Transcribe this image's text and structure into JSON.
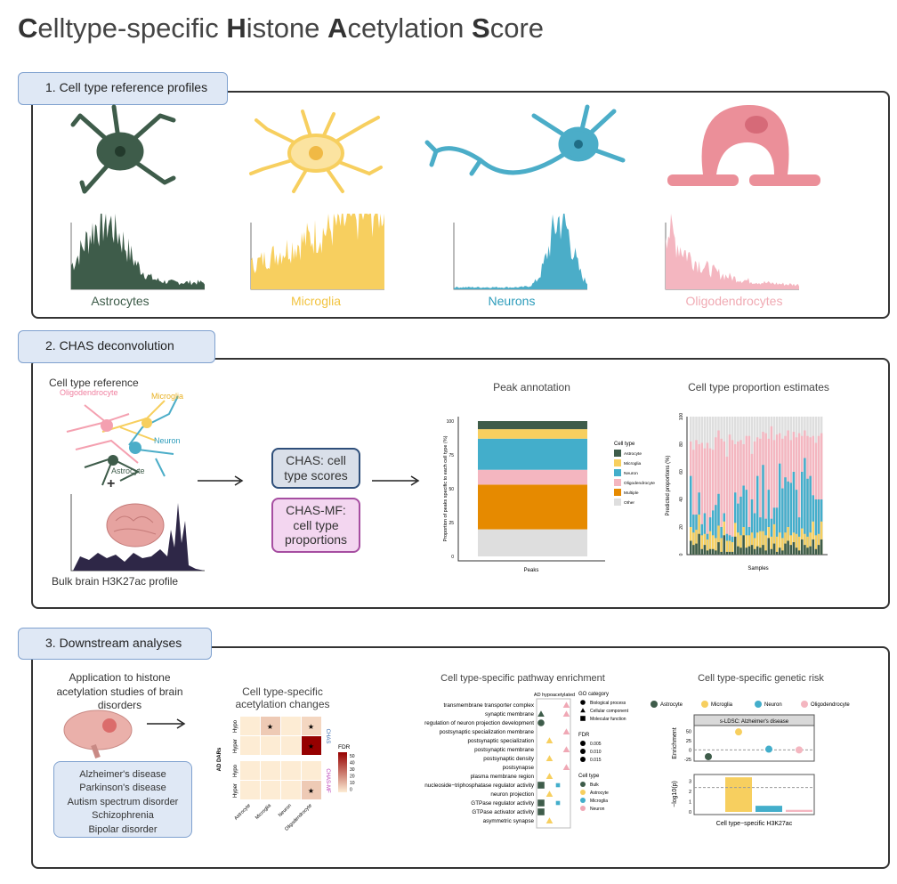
{
  "title": {
    "w1": "C",
    "r1": "elltype-specific ",
    "w2": "H",
    "r2": "istone ",
    "w3": "A",
    "r3": "cetylation ",
    "w4": "S",
    "r4": "core"
  },
  "panel1": {
    "label": "1.  Cell type reference profiles",
    "cells": [
      {
        "name": "Astrocytes",
        "color": "#3e5c4a"
      },
      {
        "name": "Microglia",
        "color": "#f7cf5f"
      },
      {
        "name": "Neurons",
        "color": "#4badc8"
      },
      {
        "name": "Oligodendrocytes",
        "color": "#f0aab3"
      }
    ]
  },
  "panel2": {
    "label": "2. CHAS deconvolution",
    "reference_title": "Cell type reference",
    "network_labels": {
      "oligo": "Oligodendrocyte",
      "micro": "Microglia",
      "neuron": "Neuron",
      "astro": "Astrocyte"
    },
    "plus": "+",
    "bulk_label": "Bulk brain H3K27ac profile",
    "chas_box": "CHAS: cell type scores",
    "chasmf_box": "CHAS-MF: cell type proportions"
  },
  "panel3": {
    "label": "3. Downstream analyses",
    "application": "Application to histone acetylation studies of brain disorders",
    "disorders": [
      "Alzheimer's disease",
      "Parkinson's disease",
      "Autism spectrum disorder",
      "Schizophrenia",
      "Bipolar disorder"
    ]
  },
  "colors": {
    "astrocyte": "#3e5c4a",
    "microglia": "#f7cf5f",
    "neuron": "#43aecb",
    "oligodendrocyte": "#f4b6c0",
    "multiple": "#e68a00",
    "other": "#dedede"
  },
  "chart_data": [
    {
      "type": "bar",
      "title": "Peak annotation",
      "xlabel": "Peaks",
      "ylabel": "Proportion of peaks specific to each cell type (%)",
      "ylim": [
        0,
        100
      ],
      "yticks": [
        "0",
        "25",
        "50",
        "75",
        "100"
      ],
      "legend_title": "Cell type",
      "legend": [
        "Astrocyte",
        "Microglia",
        "Neuron",
        "Oligodendrocyte",
        "Multiple",
        "Other"
      ],
      "stacked_values": {
        "Other": 20,
        "Multiple": 33,
        "Oligodendrocyte": 11,
        "Neuron": 23,
        "Microglia": 7,
        "Astrocyte": 6
      }
    },
    {
      "type": "bar",
      "title": "Cell type proportion estimates",
      "xlabel": "Samples",
      "ylabel": "Predicted proportions (%)",
      "ylim": [
        0,
        100
      ],
      "yticks": [
        "0",
        "20",
        "40",
        "60",
        "80",
        "100"
      ],
      "cumulative_tops": {
        "astrocyte": [
          10,
          7,
          8,
          15,
          4,
          7,
          3,
          4,
          4,
          3,
          9,
          2,
          14,
          2,
          2,
          2,
          13,
          6,
          5,
          14,
          5,
          6,
          7,
          4,
          6,
          5,
          7,
          3,
          12,
          4,
          8,
          2,
          5,
          3,
          8,
          10,
          7,
          9,
          5,
          3,
          11,
          7,
          5,
          6,
          11,
          4,
          7,
          11
        ],
        "microglia": [
          20,
          16,
          18,
          29,
          14,
          15,
          11,
          17,
          14,
          12,
          21,
          12,
          24,
          10,
          10,
          9,
          23,
          16,
          14,
          20,
          14,
          14,
          16,
          12,
          16,
          17,
          17,
          14,
          20,
          13,
          22,
          13,
          16,
          12,
          16,
          20,
          14,
          16,
          15,
          13,
          19,
          15,
          13,
          16,
          24,
          14,
          15,
          24
        ],
        "neuron": [
          57,
          29,
          29,
          45,
          22,
          30,
          15,
          27,
          32,
          36,
          44,
          20,
          30,
          15,
          14,
          13,
          45,
          37,
          42,
          50,
          47,
          20,
          40,
          30,
          57,
          27,
          65,
          26,
          47,
          26,
          34,
          34,
          66,
          48,
          56,
          53,
          52,
          60,
          47,
          27,
          60,
          70,
          55,
          57,
          43,
          40,
          40,
          40
        ],
        "oligodendrocyte": [
          82,
          76,
          83,
          80,
          81,
          77,
          81,
          77,
          76,
          85,
          90,
          84,
          82,
          71,
          87,
          83,
          80,
          82,
          83,
          80,
          86,
          86,
          73,
          82,
          85,
          84,
          89,
          88,
          84,
          93,
          83,
          87,
          88,
          84,
          86,
          90,
          83,
          89,
          85,
          88,
          86,
          90,
          86,
          85,
          86,
          81,
          86,
          88
        ]
      }
    },
    {
      "type": "heatmap",
      "title": "Cell type-specific acetylation changes",
      "ylabel": "AD DARs",
      "x": [
        "Astrocyte",
        "Microglia",
        "Neuron",
        "Oligodendrocyte"
      ],
      "facets": [
        {
          "name": "CHAS",
          "color": "#3d6fb0",
          "rows": [
            {
              "label": "Hypo",
              "values": [
                0,
                8,
                0,
                5
              ],
              "sig": [
                false,
                true,
                false,
                true
              ]
            },
            {
              "label": "Hyper",
              "values": [
                0,
                0,
                0,
                55
              ],
              "sig": [
                false,
                false,
                false,
                true
              ]
            }
          ]
        },
        {
          "name": "CHAS-MF",
          "color": "#b83ab5",
          "rows": [
            {
              "label": "Hypo",
              "values": [
                0,
                0,
                0,
                0
              ],
              "sig": [
                false,
                false,
                false,
                false
              ]
            },
            {
              "label": "Hyper",
              "values": [
                0,
                0,
                0,
                8
              ],
              "sig": [
                false,
                false,
                false,
                true
              ]
            }
          ]
        }
      ],
      "legend_title": "FDR",
      "legend_ticks": [
        "50",
        "40",
        "30",
        "20",
        "10",
        "0"
      ],
      "range": [
        0,
        55
      ]
    },
    {
      "type": "scatter",
      "title": "Cell type-specific pathway enrichment",
      "facet": "AD hypoacetylated",
      "columns": [
        "Bulk",
        "Astrocyte",
        "Microglia",
        "Neuron"
      ],
      "terms": [
        {
          "t": "transmembrane transporter complex",
          "cat": "CC",
          "cells": [
            "Neuron"
          ]
        },
        {
          "t": "synaptic membrane",
          "cat": "CC",
          "cells": [
            "Bulk",
            "Neuron"
          ]
        },
        {
          "t": "regulation of neuron projection development",
          "cat": "BP",
          "cells": [
            "Bulk"
          ]
        },
        {
          "t": "postsynaptic specialization membrane",
          "cat": "CC",
          "cells": [
            "Neuron"
          ]
        },
        {
          "t": "postsynaptic specialization",
          "cat": "CC",
          "cells": [
            "Astrocyte"
          ]
        },
        {
          "t": "postsynaptic membrane",
          "cat": "CC",
          "cells": [
            "Neuron"
          ]
        },
        {
          "t": "postsynaptic density",
          "cat": "CC",
          "cells": [
            "Astrocyte"
          ]
        },
        {
          "t": "postsynapse",
          "cat": "CC",
          "cells": [
            "Neuron"
          ]
        },
        {
          "t": "plasma membrane region",
          "cat": "CC",
          "cells": [
            "Astrocyte"
          ]
        },
        {
          "t": "nucleoside−triphosphatase regulator activity",
          "cat": "MF",
          "cells": [
            "Bulk",
            "Microglia"
          ]
        },
        {
          "t": "neuron projection",
          "cat": "CC",
          "cells": [
            "Astrocyte"
          ]
        },
        {
          "t": "GTPase regulator activity",
          "cat": "MF",
          "cells": [
            "Bulk",
            "Microglia"
          ]
        },
        {
          "t": "GTPase activator activity",
          "cat": "MF",
          "cells": [
            "Bulk"
          ]
        },
        {
          "t": "asymmetric synapse",
          "cat": "CC",
          "cells": [
            "Astrocyte"
          ]
        }
      ],
      "legend_go_title": "GO category",
      "legend_go": [
        "Biological process",
        "Cellular component",
        "Molecular function"
      ],
      "legend_fdr_title": "FDR",
      "legend_fdr": [
        "0.005",
        "0.010",
        "0.015"
      ],
      "legend_cell_title": "Cell type",
      "legend_cell": [
        "Bulk",
        "Astrocyte",
        "Microglia",
        "Neuron"
      ]
    },
    {
      "type": "scatter+bar",
      "title": "Cell type-specific genetic risk",
      "legend": [
        "Astrocyte",
        "Microglia",
        "Neuron",
        "Oligodendrocyte"
      ],
      "strip": "s-LDSC: Alzheimer's disease",
      "xlabel": "Cell type−specific H3K27ac",
      "enrichment": {
        "ylabel": "Enrichment",
        "values": [
          -18,
          48,
          2,
          0
        ],
        "yticks": [
          "50",
          "25",
          "0",
          "-25"
        ],
        "ylim": [
          -30,
          65
        ]
      },
      "neglog10p": {
        "ylabel": "−log10(p)",
        "values": [
          0,
          3.4,
          0.6,
          0.2
        ],
        "threshold": 2.4,
        "yticks": [
          "3",
          "2",
          "1",
          "0"
        ],
        "ylim": [
          0,
          3.5
        ]
      }
    }
  ]
}
